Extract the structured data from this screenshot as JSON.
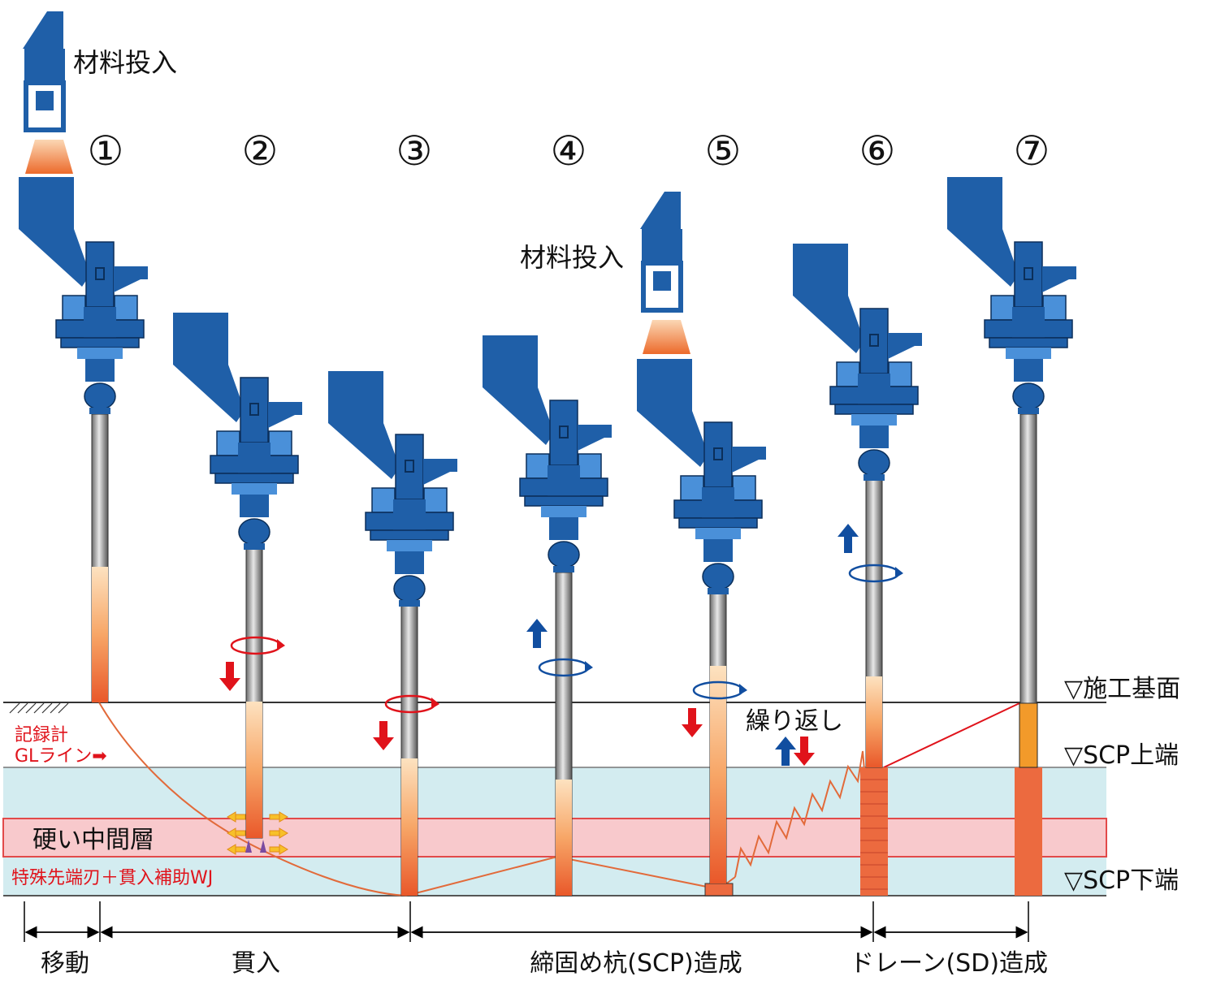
{
  "top_material_label": "材料投入",
  "step5_material_label": "材料投入",
  "step_numbers": [
    "①",
    "②",
    "③",
    "④",
    "⑤",
    "⑥",
    "⑦"
  ],
  "right_labels": {
    "ground_level": "▽施工基面",
    "scp_top": "▽SCP上端",
    "scp_bottom": "▽SCP下端"
  },
  "left_labels": {
    "recorder_line1": "記録計",
    "recorder_line2": "GLライン➡",
    "hard_layer": "硬い中間層",
    "special_tip": "特殊先端刃＋貫入補助WJ"
  },
  "repeat_label": "繰り返し",
  "phases": [
    "移動",
    "貫入",
    "締固め杭(SCP)造成",
    "ドレーン(SD)造成"
  ],
  "colors": {
    "machine_blue": "#1f5fa8",
    "machine_light": "#4a90d9",
    "soil_blue": "#d3ecf0",
    "hard_layer_pink": "#f8c9cc",
    "hard_layer_border": "#e24a4a",
    "red_arrow": "#e0131b",
    "blue_arrow": "#114ea0",
    "record_line": "#e26a3a",
    "pile_orange": "#ec6a3f",
    "drain_orange": "#f29a2a"
  }
}
